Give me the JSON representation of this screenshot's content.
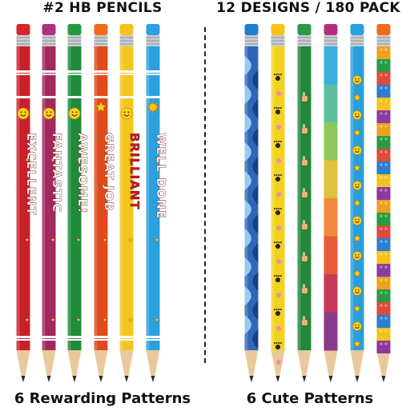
{
  "left_panel": {
    "heading": "#2 HB PENCILS",
    "caption": "6 Rewarding Patterns",
    "pencils": [
      {
        "word": "EXCELLENT",
        "body_color": "#c8202a",
        "cap_color": "#d8262a",
        "icon": "smiley-face-icon"
      },
      {
        "word": "FANTASTIC",
        "body_color": "#a3285e",
        "cap_color": "#b0307f",
        "icon": "smiley-face-icon"
      },
      {
        "word": "AWESOME!",
        "body_color": "#1f8a3a",
        "cap_color": "#249a40",
        "icon": "smiley-face-icon"
      },
      {
        "word": "GREAT JOB",
        "body_color": "#e04b1d",
        "cap_color": "#ef6a1a",
        "icon": "star-icon"
      },
      {
        "word": "BRILLIANT",
        "body_color": "#f4c51c",
        "cap_color": "#f6c21a",
        "icon": "smiley-face-icon"
      },
      {
        "word": "WELL DONE",
        "body_color": "#2aa0dd",
        "cap_color": "#2b9fe0",
        "icon": "sun-icon"
      }
    ]
  },
  "right_panel": {
    "heading": "12 DESIGNS / 180 PACK",
    "caption": "6 Cute Patterns",
    "pencils": [
      {
        "pattern": "blue-waves",
        "body_color": "#2f67b8",
        "cap_color": "#1d7fd0"
      },
      {
        "pattern": "paw-prints",
        "body_color": "#f2d21e",
        "cap_color": "#f6c21a"
      },
      {
        "pattern": "thumbs-up",
        "body_color": "#23873c",
        "cap_color": "#2a9a44"
      },
      {
        "pattern": "rainbow-gradient",
        "body_color": "#e06a3a",
        "cap_color": "#b0307f"
      },
      {
        "pattern": "smiley-stars",
        "body_color": "#2a9edb",
        "cap_color": "#2b9fe0"
      },
      {
        "pattern": "building-blocks",
        "body_color": "#e8742a",
        "cap_color": "#ef6a1a"
      }
    ]
  }
}
